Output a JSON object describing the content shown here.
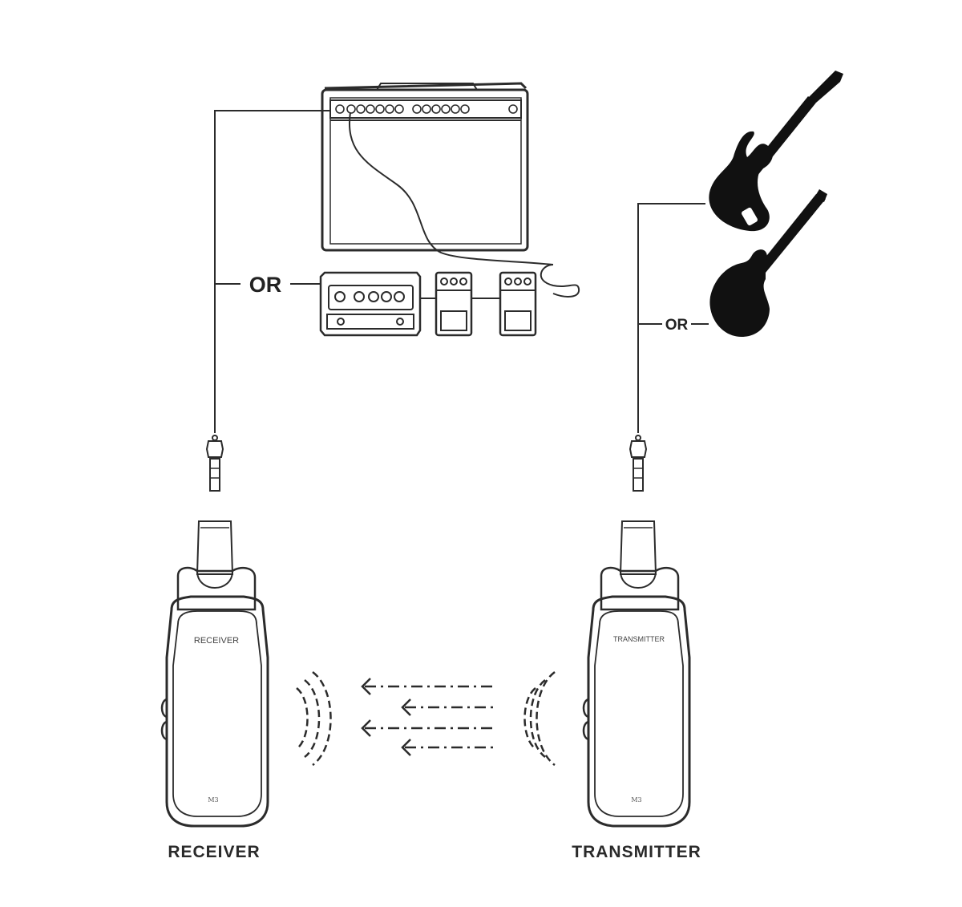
{
  "diagram": {
    "left_label": "RECEIVER",
    "right_label": "TRANSMITTER",
    "receiver_device_text": "RECEIVER",
    "transmitter_device_text": "TRANSMITTER",
    "receiver_model": "M3",
    "transmitter_model": "M3",
    "or_left": "OR",
    "or_right": "OR"
  }
}
